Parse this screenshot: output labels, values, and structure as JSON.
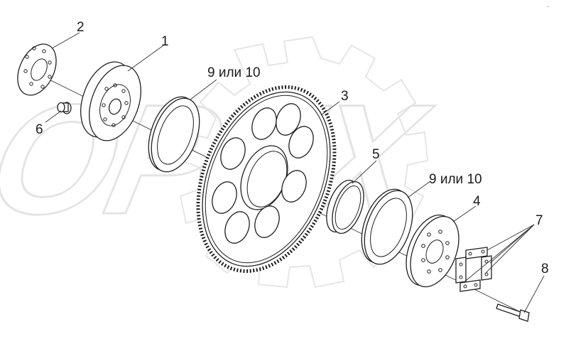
{
  "diagram": {
    "watermark_text": "OPEX",
    "corner_mark": "-",
    "callouts": [
      {
        "id": "1",
        "text": "1"
      },
      {
        "id": "2",
        "text": "2"
      },
      {
        "id": "3",
        "text": "3"
      },
      {
        "id": "4",
        "text": "4"
      },
      {
        "id": "5",
        "text": "5"
      },
      {
        "id": "6",
        "text": "6"
      },
      {
        "id": "7",
        "text": "7"
      },
      {
        "id": "8",
        "text": "8"
      },
      {
        "id": "9a",
        "text": "9 или 10"
      },
      {
        "id": "9b",
        "text": "9 или 10"
      }
    ]
  }
}
